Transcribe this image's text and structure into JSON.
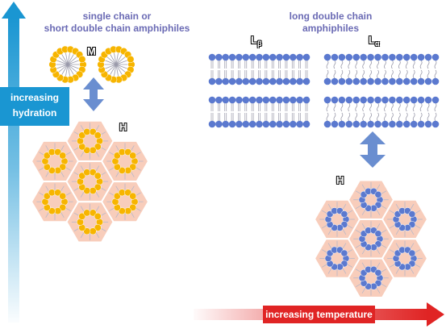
{
  "left_caption": {
    "line1": "single chain or",
    "line2": "short double chain amphiphiles"
  },
  "right_caption": {
    "line1": "long double chain",
    "line2": "amphiphiles"
  },
  "phases": {
    "micelle": "M",
    "hex_left": "H",
    "lbeta_main": "L",
    "lbeta_sub": "β",
    "lalpha_main": "L",
    "lalpha_sub": "α",
    "hex_right": "H"
  },
  "vertical_axis_label": {
    "line1": "increasing",
    "line2": "hydration"
  },
  "horizontal_axis_label": "increasing temperature",
  "colors": {
    "hydration_arrow": "#1a96d2",
    "temperature_arrow": "#e02424",
    "caption_text": "#6a6ab4",
    "hexagon_fill": "#f8cdbb",
    "orange_headgroup": "#f7b500",
    "blue_headgroup": "#5b79cf",
    "double_arrow": "#6a8ed0"
  }
}
